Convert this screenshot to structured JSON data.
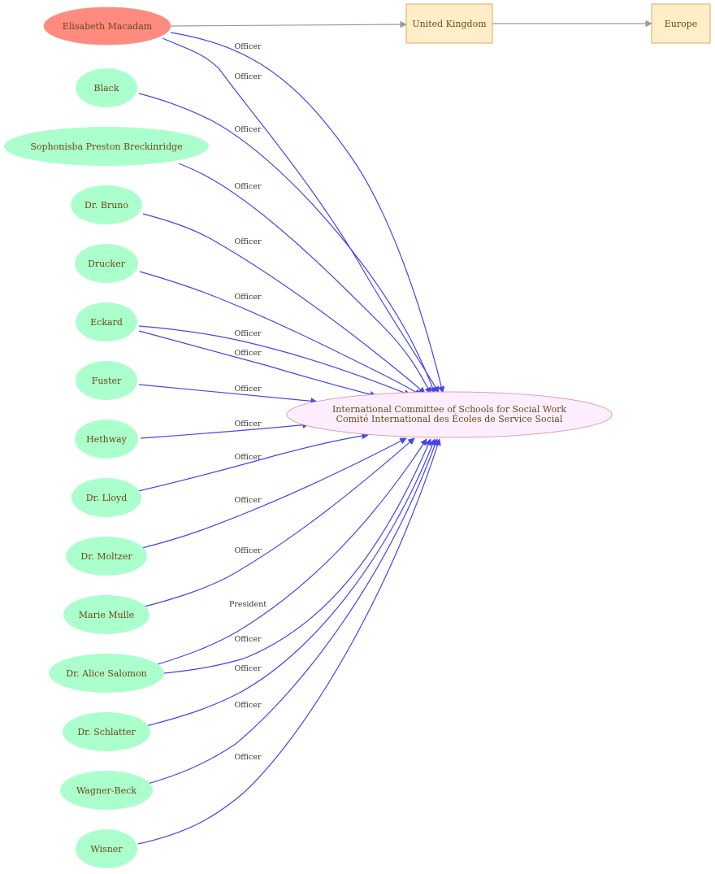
{
  "colors": {
    "focus_person_fill": "#ff8a80",
    "focus_person_stroke": "#e8a58a",
    "person_fill": "#aaffcc",
    "org_fill": "#ffeeff",
    "org_stroke": "#e0a0a8",
    "place_fill": "#ffeec8",
    "place_stroke": "#e0aa60",
    "edge_color": "#4444ee",
    "place_edge_color": "#999999"
  },
  "diagram": {
    "focus_person": {
      "id": "macadam",
      "label": "Elisabeth Macadam"
    },
    "places": [
      {
        "id": "uk",
        "label": "United Kingdom"
      },
      {
        "id": "europe",
        "label": "Europe"
      }
    ],
    "organization": {
      "id": "icssw",
      "label_line1": "International Committee of Schools for Social Work",
      "label_line2": "Comité International des Écoles de Service Social"
    },
    "people": [
      {
        "id": "black",
        "label": "Black"
      },
      {
        "id": "breckinridge",
        "label": "Sophonisba Preston Breckinridge"
      },
      {
        "id": "bruno",
        "label": "Dr. Bruno"
      },
      {
        "id": "drucker",
        "label": "Drucker"
      },
      {
        "id": "eckard",
        "label": "Eckard"
      },
      {
        "id": "fuster",
        "label": "Fuster"
      },
      {
        "id": "hethway",
        "label": "Hethway"
      },
      {
        "id": "lloyd",
        "label": "Dr. Lloyd"
      },
      {
        "id": "moltzer",
        "label": "Dr. Moltzer"
      },
      {
        "id": "mulle",
        "label": "Marie Mulle"
      },
      {
        "id": "salomon",
        "label": "Dr. Alice Salomon"
      },
      {
        "id": "schlatter",
        "label": "Dr. Schlatter"
      },
      {
        "id": "wagner",
        "label": "Wagner-Beck"
      },
      {
        "id": "wisner",
        "label": "Wisner"
      }
    ],
    "edges": [
      {
        "from": "macadam",
        "to": "uk",
        "label": ""
      },
      {
        "from": "uk",
        "to": "europe",
        "label": ""
      },
      {
        "from": "macadam",
        "to": "icssw",
        "label": "Officer"
      },
      {
        "from": "macadam",
        "to": "icssw",
        "label": "Officer"
      },
      {
        "from": "black",
        "to": "icssw",
        "label": "Officer"
      },
      {
        "from": "breckinridge",
        "to": "icssw",
        "label": "Officer"
      },
      {
        "from": "bruno",
        "to": "icssw",
        "label": "Officer"
      },
      {
        "from": "drucker",
        "to": "icssw",
        "label": "Officer"
      },
      {
        "from": "eckard",
        "to": "icssw",
        "label": "Officer"
      },
      {
        "from": "eckard",
        "to": "icssw",
        "label": "Officer"
      },
      {
        "from": "fuster",
        "to": "icssw",
        "label": "Officer"
      },
      {
        "from": "hethway",
        "to": "icssw",
        "label": "Officer"
      },
      {
        "from": "lloyd",
        "to": "icssw",
        "label": "Officer"
      },
      {
        "from": "moltzer",
        "to": "icssw",
        "label": "Officer"
      },
      {
        "from": "mulle",
        "to": "icssw",
        "label": "Officer"
      },
      {
        "from": "salomon",
        "to": "icssw",
        "label": "President"
      },
      {
        "from": "salomon",
        "to": "icssw",
        "label": "Officer"
      },
      {
        "from": "schlatter",
        "to": "icssw",
        "label": "Officer"
      },
      {
        "from": "wagner",
        "to": "icssw",
        "label": "Officer"
      },
      {
        "from": "wisner",
        "to": "icssw",
        "label": "Officer"
      }
    ]
  }
}
